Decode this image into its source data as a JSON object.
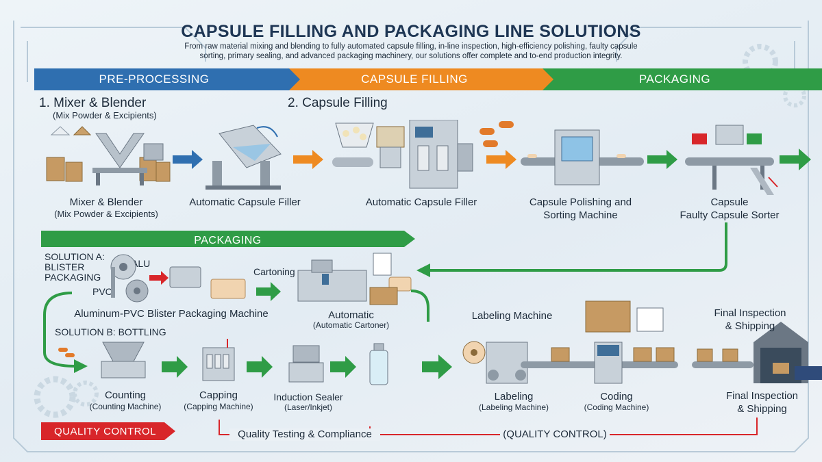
{
  "title": "CAPSULE FILLING AND PACKAGING LINE SOLUTIONS",
  "subtitle": "From raw material mixing and blending to fully automated capsule filling, in-line inspection, high-efficiency polishing, faulty capsule sorting, primary sealing, and advanced packaging machinery, our solutions offer complete and to-end production integrity.",
  "banners": {
    "pre_processing": "PRE-PROCESSING",
    "capsule_filling": "CAPSULE FILLING",
    "packaging_top": "PACKAGING",
    "packaging_mid": "PACKAGING",
    "quality_control": "QUALITY CONTROL"
  },
  "steps": {
    "step1_title": "1. Mixer & Blender",
    "step1_sub": "(Mix Powder & Excipients)",
    "step2_title": "2. Capsule Filling"
  },
  "machines": {
    "mixer_name": "Mixer & Blender",
    "mixer_sub": "(Mix Powder & Excipients)",
    "filler1": "Automatic Capsule Filler",
    "filler2": "Automatic Capsule Filler",
    "polish_line1": "Capsule Polishing and",
    "polish_line2": "Sorting Machine",
    "sorter_line1": "Capsule",
    "sorter_line2": "Faulty Capsule Sorter",
    "blister": "Aluminum-PVC Blister Packaging Machine",
    "cartoner_name": "Automatic",
    "cartoner_sub": "(Automatic Cartoner)",
    "counting_name": "Counting",
    "counting_sub": "(Counting Machine)",
    "capping_name": "Capping",
    "capping_sub": "(Capping Machine)",
    "sealer_name": "Induction Sealer",
    "sealer_sub": "(Laser/Inkjet)",
    "labeling_heading": "Labeling Machine",
    "labeling_name": "Labeling",
    "labeling_sub": "(Labeling Machine)",
    "coding_name": "Coding",
    "coding_sub": "(Coding Machine)",
    "ship_top_line1": "Final Inspection",
    "ship_top_line2": "& Shipping",
    "ship_bot_line1": "Final Inspection",
    "ship_bot_line2": "& Shipping"
  },
  "solutions": {
    "a_line1": "SOLUTION A:",
    "a_line2": "BLISTER",
    "a_line3": "PACKAGING",
    "alu": "ALU",
    "pvc": "PVC",
    "cartoning": "Cartoning",
    "b": "SOLUTION B: BOTTLING"
  },
  "quality": {
    "testing": "Quality Testing & Compliance",
    "control": "(QUALITY CONTROL)"
  },
  "colors": {
    "blue": "#2f6fb0",
    "orange": "#ee8a21",
    "green": "#2f9c46",
    "red": "#d8262a",
    "navy": "#1e3654"
  }
}
